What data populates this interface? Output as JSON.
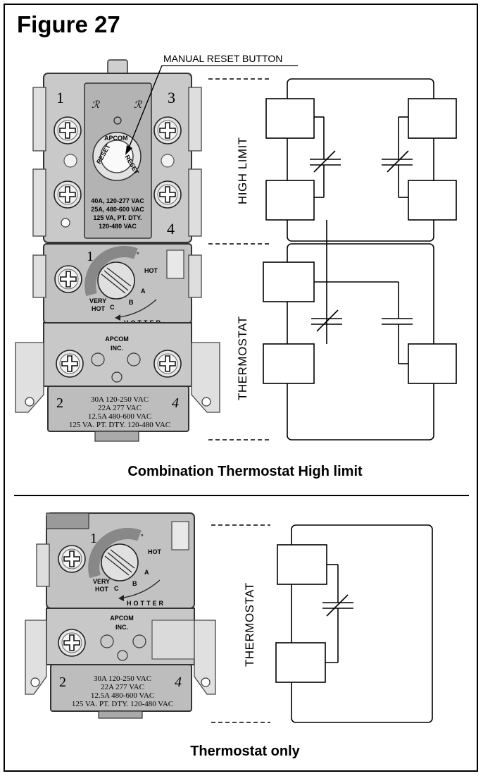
{
  "figure": {
    "title": "Figure 27",
    "callout_reset": "MANUAL RESET BUTTON"
  },
  "top_device": {
    "terminal_1": "1",
    "terminal_3": "3",
    "terminal_4": "4",
    "terminal_2": "2",
    "terminal_4_lower": "4",
    "reset_brand": "APCOM",
    "reset_left": "RESET",
    "reset_right": "RESET",
    "hl_rating_1": "40A, 120-277 VAC",
    "hl_rating_2": "25A, 480-600 VAC",
    "hl_rating_3": "125 VA, PT. DTY.",
    "hl_rating_4": "120-480 VAC",
    "dial_num": "1",
    "dial_hot": "HOT",
    "dial_a": "A",
    "dial_b": "B",
    "dial_c": "C",
    "dial_very": "VERY",
    "dial_very_hot": "HOT",
    "dial_hotter": "HOTTER",
    "brand_1": "APCOM",
    "brand_2": "INC.",
    "rating_1": "30A 120-250 VAC",
    "rating_2": "22A 277 VAC",
    "rating_3": "12.5A 480-600 VAC",
    "rating_4": "125 VA. PT. DTY. 120-480 VAC",
    "ul_mark": "UL"
  },
  "top_labels": {
    "high_limit": "HIGH LIMIT",
    "thermostat": "THERMOSTAT"
  },
  "caption_top": "Combination Thermostat High limit",
  "bottom_device": {
    "dial_num": "1",
    "dial_hot": "HOT",
    "dial_a": "A",
    "dial_b": "B",
    "dial_c": "C",
    "dial_very": "VERY",
    "dial_very_hot": "HOT",
    "dial_hotter": "HOTTER",
    "brand_1": "APCOM",
    "brand_2": "INC.",
    "terminal_2": "2",
    "terminal_4": "4",
    "rating_1": "30A 120-250 VAC",
    "rating_2": "22A 277 VAC",
    "rating_3": "12.5A 480-600 VAC",
    "rating_4": "125 VA. PT. DTY. 120-480 VAC"
  },
  "bottom_labels": {
    "thermostat": "THERMOSTAT"
  },
  "caption_bottom": "Thermostat only",
  "colors": {
    "device_light": "#d4d4d4",
    "device_mid": "#b8b8b8",
    "device_dark": "#8c8c8c",
    "outline": "#000000"
  }
}
